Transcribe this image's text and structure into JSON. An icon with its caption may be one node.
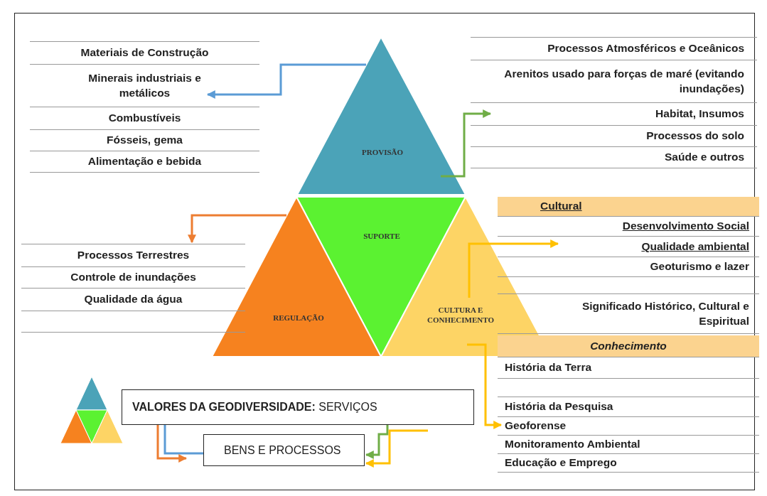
{
  "diagram": {
    "nodes": [
      {
        "text": [
          "PROVISÃO"
        ]
      },
      {
        "text": [
          "SUPORTE"
        ]
      },
      {
        "text": [
          "REGULAÇÃO"
        ]
      },
      {
        "text": [
          "CULTURA E CONHECIMENTO"
        ]
      },
      {
        "text": [
          "Materiais de Construção"
        ]
      },
      {
        "text": [
          "Minerais industriais e metálicos"
        ]
      },
      {
        "text": [
          "Combustíveis"
        ]
      },
      {
        "text": [
          "Fósseis, gema"
        ]
      },
      {
        "text": [
          "Alimentação e bebida"
        ]
      },
      {
        "text": [
          "Processos Atmosféricos e Oceânicos"
        ]
      },
      {
        "text": [
          "Arenitos usado para forças de maré (evitando inundações)"
        ]
      },
      {
        "text": [
          "Habitat, Insumos"
        ]
      },
      {
        "text": [
          "Processos do solo"
        ]
      },
      {
        "text": [
          "Saúde e outros"
        ]
      },
      {
        "text": [
          "Processos Terrestres"
        ]
      },
      {
        "text": [
          "Controle de inundações"
        ]
      },
      {
        "text": [
          "Qualidade da água"
        ]
      },
      {
        "text": [
          "Cultural"
        ]
      },
      {
        "text": [
          "Desenvolvimento Social"
        ]
      },
      {
        "text": [
          "Qualidade ambiental"
        ]
      },
      {
        "text": [
          "Geoturismo e lazer"
        ]
      },
      {
        "text": [
          "Significado Histórico, Cultural e Espiritual"
        ]
      },
      {
        "text": [
          "Conhecimento"
        ]
      },
      {
        "text": [
          "História da Terra"
        ]
      },
      {
        "text": [
          "História da Pesquisa"
        ]
      },
      {
        "text": [
          "Geoforense"
        ]
      },
      {
        "text": [
          "Monitoramento Ambiental"
        ]
      },
      {
        "text": [
          "Educação e Emprego"
        ]
      },
      {
        "text": [
          "**VALORES DA GEODIVERSIDADE:** SERVIÇOS"
        ]
      },
      {
        "text": [
          "BENS E PROCESSOS"
        ]
      }
    ],
    "edges": [
      {
        "from": 0,
        "to": 5,
        "arrow": "to",
        "color": "#5b9bd5"
      },
      {
        "from": 0,
        "to": 11,
        "arrow": "to",
        "color": "#70ad47"
      },
      {
        "from": 2,
        "to": 14,
        "arrow": "to",
        "color": "#ed7d31"
      },
      {
        "from": 3,
        "to": 19,
        "arrow": "to",
        "color": "#ffc000"
      },
      {
        "from": 3,
        "to": 24,
        "arrow": "to",
        "color": "#ffc000"
      },
      {
        "from": 28,
        "to": 29,
        "arrow": "none",
        "color": "#5b9bd5"
      },
      {
        "from": 28,
        "to": 29,
        "arrow": "to",
        "color": "#ed7d31"
      },
      {
        "from": 28,
        "to": 29,
        "arrow": "to",
        "color": "#70ad47"
      },
      {
        "from": 28,
        "to": 29,
        "arrow": "to",
        "color": "#ffc000"
      }
    ]
  }
}
